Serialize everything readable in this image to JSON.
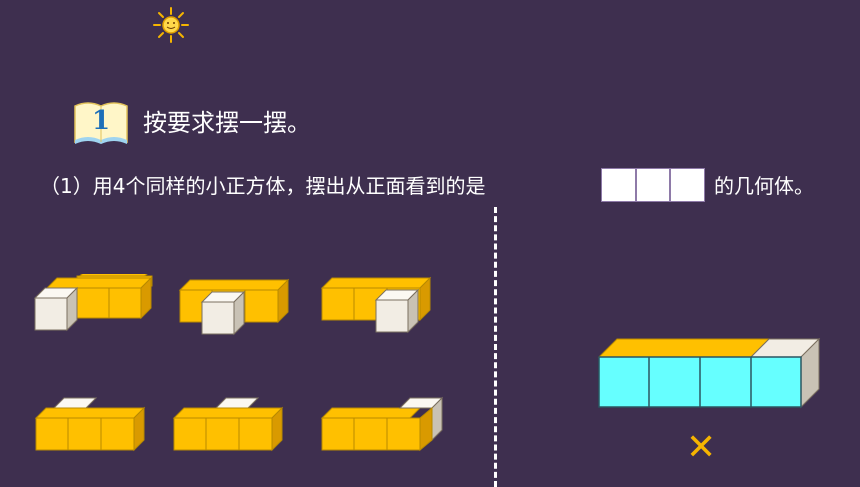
{
  "header": {
    "section_number": "1",
    "title": "按要求摆一摆。"
  },
  "question": {
    "text_before": "（1）用4个同样的小正方体，摆出从正面看到的是",
    "text_after": "的几何体。"
  },
  "answer_mark": "✕",
  "colors": {
    "background": "#3e2f4f",
    "cube_yellow": "#ffc000",
    "cube_white": "#f2ede4",
    "cube_cyan": "#66ffff",
    "divider": "#ffffff",
    "mark": "#f5b400"
  },
  "icons": [
    "sun-icon",
    "book-icon"
  ]
}
